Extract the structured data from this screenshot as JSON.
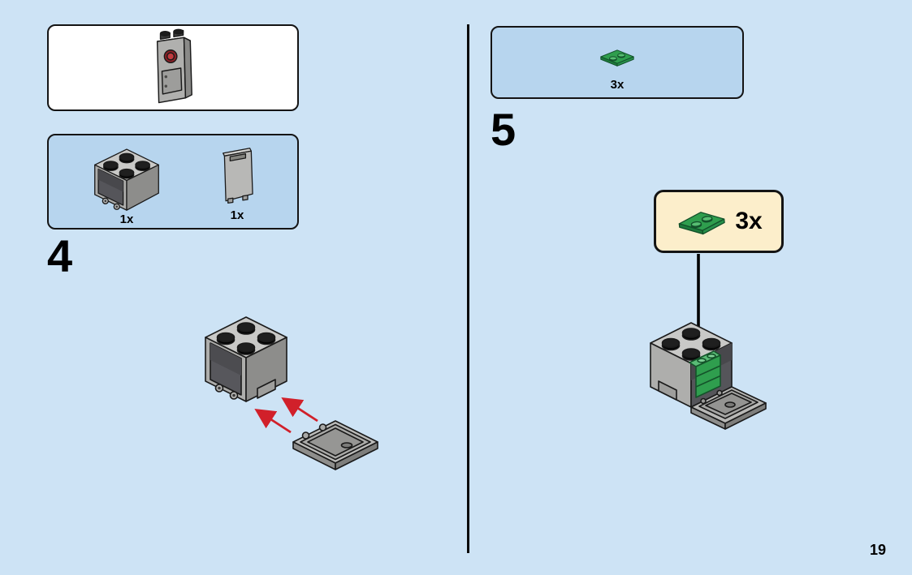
{
  "page": {
    "number": "19"
  },
  "steps": {
    "left": {
      "number": "4",
      "parts": [
        {
          "icon": "container-brick-icon",
          "count": "1x"
        },
        {
          "icon": "door-panel-icon",
          "count": "1x"
        }
      ]
    },
    "right": {
      "number": "5",
      "parts": [
        {
          "icon": "green-plate-icon",
          "count": "3x"
        }
      ],
      "callout": {
        "icon": "green-plate-icon",
        "count": "3x"
      }
    }
  },
  "colors": {
    "background": "#cde3f5",
    "panel_blue": "#b7d5ee",
    "callout_cream": "#fceecb",
    "arrow_red": "#d1202a",
    "plate_green": "#2f9e4e",
    "brick_grey": "#aeaeac",
    "ink": "#000000"
  }
}
